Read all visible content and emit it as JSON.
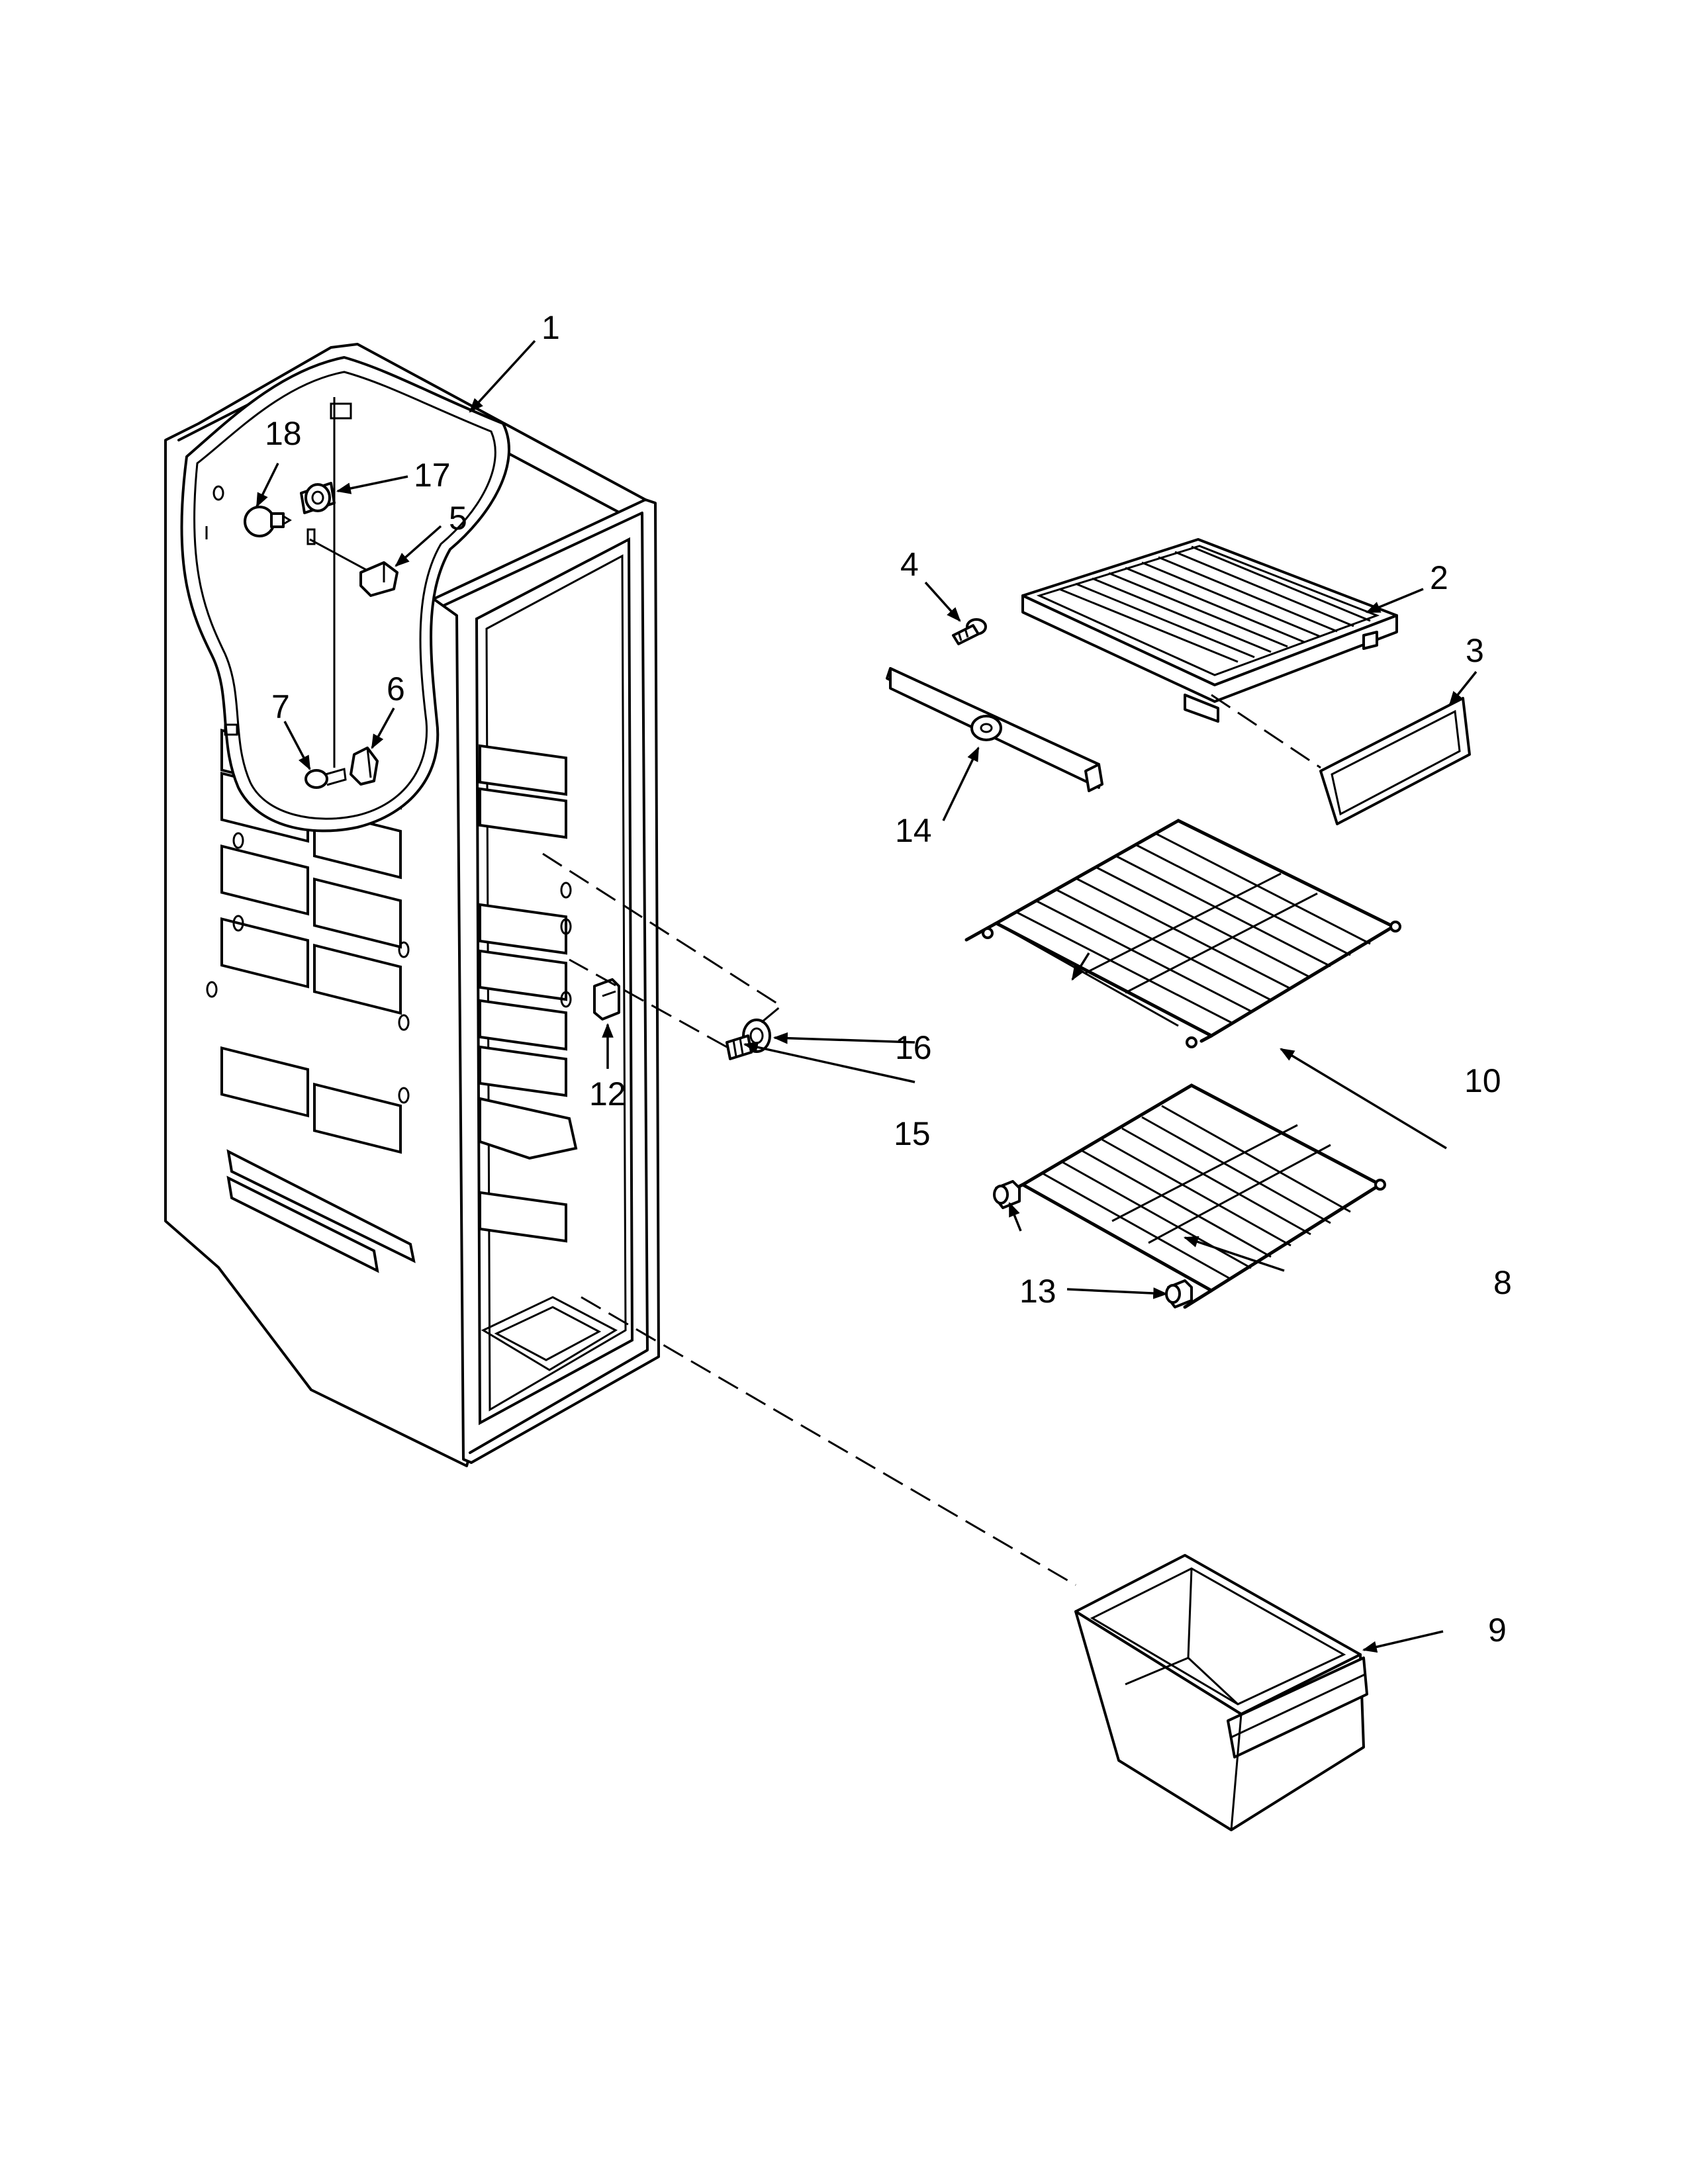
{
  "callouts": {
    "c1": "1",
    "c2": "2",
    "c3": "3",
    "c4": "4",
    "c5": "5",
    "c6": "6",
    "c7": "7",
    "c8": "8",
    "c9": "9",
    "c10": "10",
    "c12": "12",
    "c13": "13",
    "c13b": "13",
    "c14": "14",
    "c15": "15",
    "c16": "16",
    "c17": "17",
    "c18": "18"
  }
}
